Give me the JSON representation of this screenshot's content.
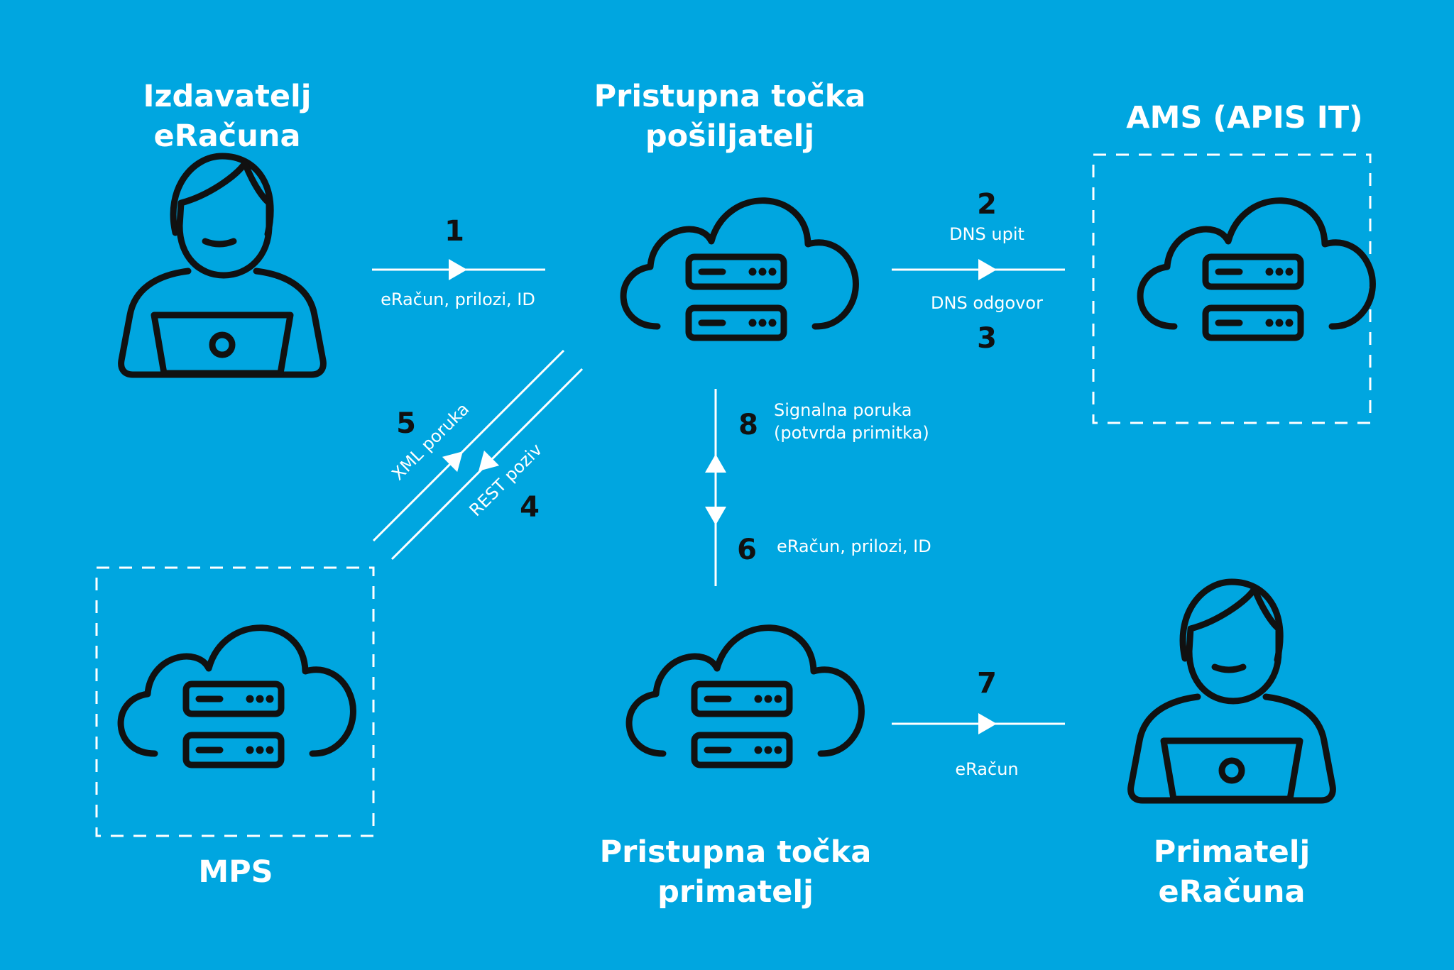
{
  "nodes": {
    "issuer": {
      "title_line1": "Izdavatelj",
      "title_line2": "eRačuna",
      "icon": "person-laptop-icon"
    },
    "sender_ap": {
      "title_line1": "Pristupna točka",
      "title_line2": "pošiljatelj",
      "icon": "cloud-server-icon"
    },
    "ams": {
      "title": "AMS (APIS IT)",
      "icon": "cloud-server-icon"
    },
    "mps": {
      "title": "MPS",
      "icon": "cloud-server-icon"
    },
    "receiver_ap": {
      "title_line1": "Pristupna točka",
      "title_line2": "primatelj",
      "icon": "cloud-server-icon"
    },
    "recipient": {
      "title_line1": "Primatelj",
      "title_line2": "eRačuna",
      "icon": "person-laptop-icon"
    }
  },
  "flows": {
    "step1": {
      "number": "1",
      "label": "eRačun, prilozi, ID"
    },
    "step2": {
      "number": "2",
      "label": "DNS upit"
    },
    "step3": {
      "number": "3",
      "label": "DNS odgovor"
    },
    "step4": {
      "number": "4",
      "label": "REST poziv"
    },
    "step5": {
      "number": "5",
      "label": "XML poruka"
    },
    "step6": {
      "number": "6",
      "label": "eRačun, prilozi, ID"
    },
    "step7": {
      "number": "7",
      "label": "eRačun"
    },
    "step8": {
      "number": "8",
      "label_line1": "Signalna poruka",
      "label_line2": "(potvrda primitka)"
    }
  },
  "colors": {
    "background": "#00a6e0",
    "text": "#ffffff",
    "icon": "#111111",
    "numbers": "#111111"
  }
}
